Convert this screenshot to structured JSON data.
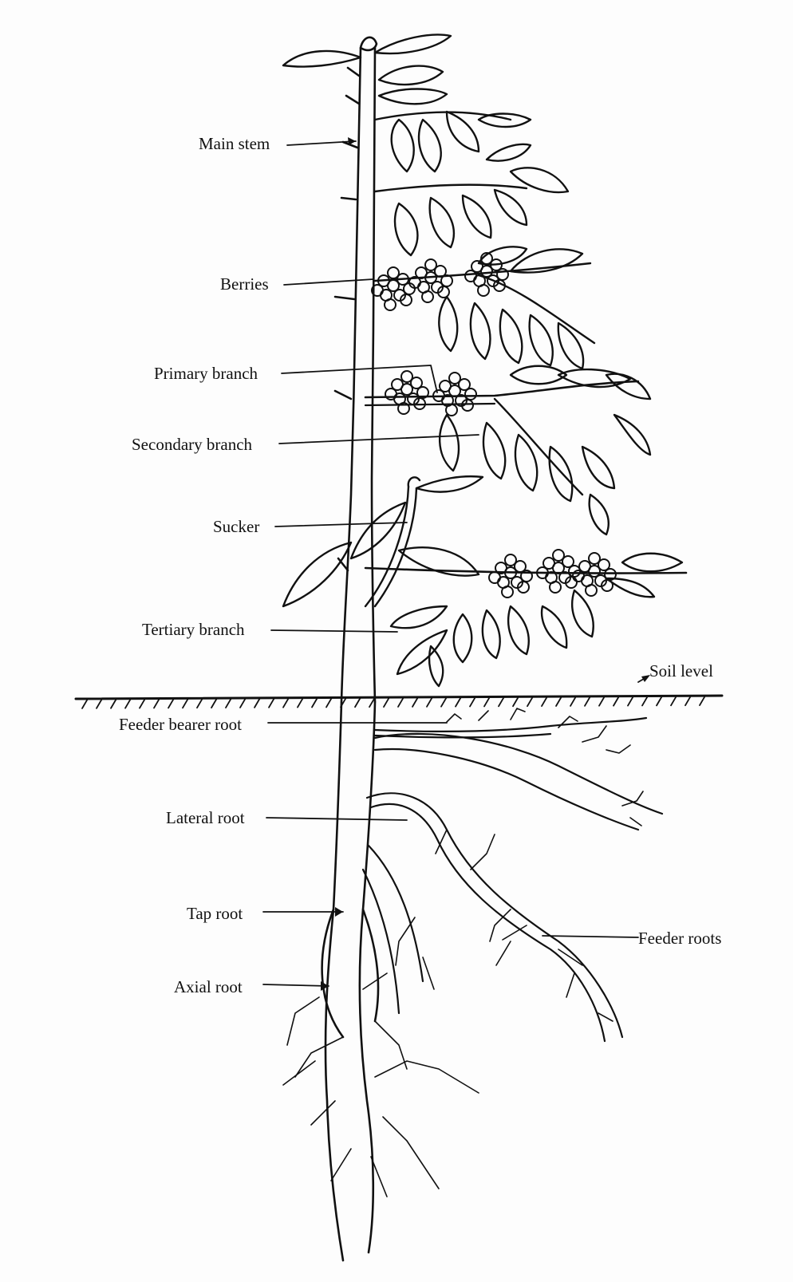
{
  "labels": {
    "main_stem": "Main stem",
    "berries": "Berries",
    "primary_branch": "Primary branch",
    "secondary_branch": "Secondary branch",
    "sucker": "Sucker",
    "tertiary_branch": "Tertiary branch",
    "soil_level": "Soil level",
    "feeder_bearer_root": "Feeder bearer root",
    "lateral_root": "Lateral root",
    "tap_root": "Tap root",
    "axial_root": "Axial root",
    "feeder_roots": "Feeder roots"
  },
  "colors": {
    "ink": "#111111",
    "background": "#fdfdfd"
  }
}
